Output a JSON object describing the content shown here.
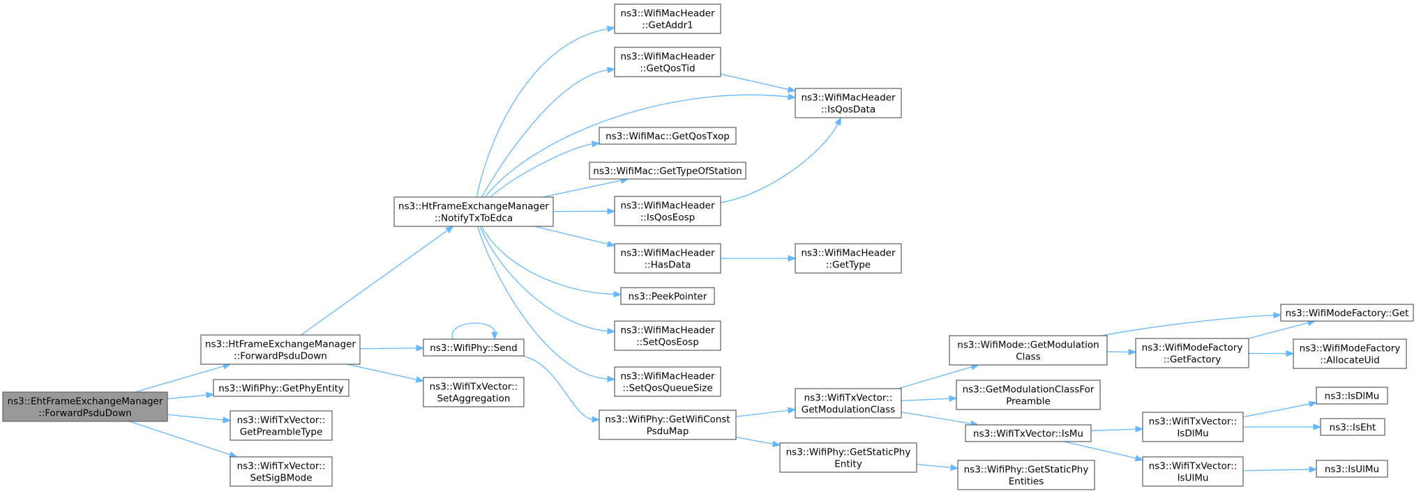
{
  "diagram": {
    "type": "call-graph",
    "nodes": [
      {
        "id": "n0",
        "lines": [
          "ns3::EhtFrameExchangeManager",
          "::ForwardPsduDown"
        ],
        "root": true
      },
      {
        "id": "n1",
        "lines": [
          "ns3::HtFrameExchangeManager",
          "::ForwardPsduDown"
        ]
      },
      {
        "id": "n2",
        "lines": [
          "ns3::WifiPhy::GetPhyEntity"
        ]
      },
      {
        "id": "n3",
        "lines": [
          "ns3::WifiTxVector::",
          "GetPreambleType"
        ]
      },
      {
        "id": "n4",
        "lines": [
          "ns3::WifiTxVector::",
          "SetSigBMode"
        ]
      },
      {
        "id": "n5",
        "lines": [
          "ns3::HtFrameExchangeManager",
          "::NotifyTxToEdca"
        ]
      },
      {
        "id": "n6",
        "lines": [
          "ns3::WifiPhy::Send"
        ]
      },
      {
        "id": "n7",
        "lines": [
          "ns3::WifiTxVector::",
          "SetAggregation"
        ]
      },
      {
        "id": "n8",
        "lines": [
          "ns3::WifiMacHeader",
          "::GetAddr1"
        ]
      },
      {
        "id": "n9",
        "lines": [
          "ns3::WifiMacHeader",
          "::GetQosTid"
        ]
      },
      {
        "id": "n10",
        "lines": [
          "ns3::WifiMac::GetQosTxop"
        ]
      },
      {
        "id": "n11",
        "lines": [
          "ns3::WifiMac::GetTypeOfStation"
        ]
      },
      {
        "id": "n12",
        "lines": [
          "ns3::WifiMacHeader",
          "::IsQosEosp"
        ]
      },
      {
        "id": "n13",
        "lines": [
          "ns3::WifiMacHeader",
          "::HasData"
        ]
      },
      {
        "id": "n14",
        "lines": [
          "ns3::PeekPointer"
        ]
      },
      {
        "id": "n15",
        "lines": [
          "ns3::WifiMacHeader",
          "::SetQosEosp"
        ]
      },
      {
        "id": "n16",
        "lines": [
          "ns3::WifiMacHeader",
          "::SetQosQueueSize"
        ]
      },
      {
        "id": "n17",
        "lines": [
          "ns3::WifiMacHeader",
          "::IsQosData"
        ]
      },
      {
        "id": "n18",
        "lines": [
          "ns3::WifiMacHeader",
          "::GetType"
        ]
      },
      {
        "id": "n19",
        "lines": [
          "ns3::WifiPhy::GetWifiConst",
          "PsduMap"
        ]
      },
      {
        "id": "n20",
        "lines": [
          "ns3::WifiTxVector::",
          "GetModulationClass"
        ]
      },
      {
        "id": "n21",
        "lines": [
          "ns3::WifiPhy::GetStaticPhy",
          "Entity"
        ]
      },
      {
        "id": "n22",
        "lines": [
          "ns3::WifiMode::GetModulation",
          "Class"
        ]
      },
      {
        "id": "n23",
        "lines": [
          "ns3::GetModulationClassFor",
          "Preamble"
        ]
      },
      {
        "id": "n24",
        "lines": [
          "ns3::WifiTxVector::IsMu"
        ]
      },
      {
        "id": "n25",
        "lines": [
          "ns3::WifiPhy::GetStaticPhy",
          "Entities"
        ]
      },
      {
        "id": "n26",
        "lines": [
          "ns3::WifiModeFactory",
          "::GetFactory"
        ]
      },
      {
        "id": "n27",
        "lines": [
          "ns3::WifiModeFactory::Get"
        ]
      },
      {
        "id": "n28",
        "lines": [
          "ns3::WifiModeFactory",
          "::AllocateUid"
        ]
      },
      {
        "id": "n29",
        "lines": [
          "ns3::WifiTxVector::",
          "IsDlMu"
        ]
      },
      {
        "id": "n30",
        "lines": [
          "ns3::WifiTxVector::",
          "IsUlMu"
        ]
      },
      {
        "id": "n31",
        "lines": [
          "ns3::IsDlMu"
        ]
      },
      {
        "id": "n32",
        "lines": [
          "ns3::IsEht"
        ]
      },
      {
        "id": "n33",
        "lines": [
          "ns3::IsUlMu"
        ]
      }
    ],
    "edges": [
      [
        "n0",
        "n1"
      ],
      [
        "n0",
        "n2"
      ],
      [
        "n0",
        "n3"
      ],
      [
        "n0",
        "n4"
      ],
      [
        "n1",
        "n5"
      ],
      [
        "n1",
        "n6"
      ],
      [
        "n1",
        "n7"
      ],
      [
        "n5",
        "n8"
      ],
      [
        "n5",
        "n9"
      ],
      [
        "n5",
        "n17"
      ],
      [
        "n5",
        "n10"
      ],
      [
        "n5",
        "n11"
      ],
      [
        "n5",
        "n12"
      ],
      [
        "n5",
        "n13"
      ],
      [
        "n5",
        "n14"
      ],
      [
        "n5",
        "n15"
      ],
      [
        "n5",
        "n16"
      ],
      [
        "n9",
        "n17"
      ],
      [
        "n12",
        "n17"
      ],
      [
        "n13",
        "n18"
      ],
      [
        "n6",
        "n6"
      ],
      [
        "n6",
        "n19"
      ],
      [
        "n19",
        "n20"
      ],
      [
        "n19",
        "n21"
      ],
      [
        "n20",
        "n22"
      ],
      [
        "n20",
        "n23"
      ],
      [
        "n20",
        "n24"
      ],
      [
        "n21",
        "n25"
      ],
      [
        "n22",
        "n26"
      ],
      [
        "n22",
        "n27"
      ],
      [
        "n26",
        "n27"
      ],
      [
        "n26",
        "n28"
      ],
      [
        "n24",
        "n29"
      ],
      [
        "n24",
        "n30"
      ],
      [
        "n29",
        "n31"
      ],
      [
        "n29",
        "n32"
      ],
      [
        "n30",
        "n33"
      ]
    ],
    "colors": {
      "edge": "#63b8ff",
      "node_border": "#666666",
      "root_fill": "#999999"
    }
  }
}
